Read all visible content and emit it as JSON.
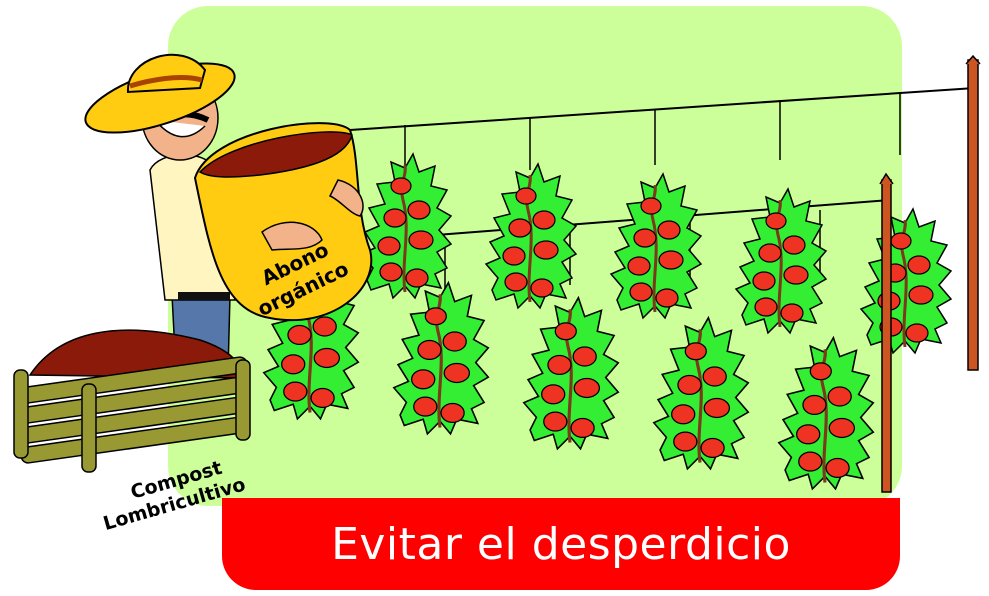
{
  "scene": {
    "sack_label_line1": "Abono",
    "sack_label_line2": "orgánico",
    "compost_label_line1": "Compost",
    "compost_label_line2": "Lombricultivo"
  },
  "banner": {
    "title": "Evitar el desperdicio"
  },
  "colors": {
    "background_panel": "#ccff99",
    "banner": "#ff0000",
    "banner_text": "#ffffff",
    "plant": "#33ee33",
    "tomato": "#ee3322",
    "soil": "#8b1a0a",
    "sack": "#ffcc11",
    "crate": "#999933"
  },
  "icons": [
    "farmer-illustration",
    "tomato-plant-illustration",
    "compost-crate-illustration",
    "stake-illustration"
  ]
}
